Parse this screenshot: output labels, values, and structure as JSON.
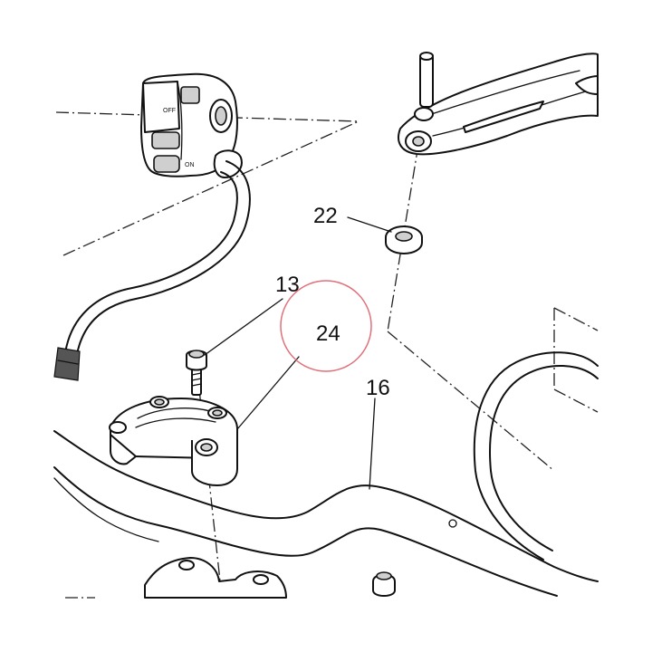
{
  "diagram": {
    "labels": {
      "l22": "22",
      "l13": "13",
      "l24": "24",
      "l16": "16"
    },
    "switch_marks": {
      "m1": "OFF",
      "m2": "ON"
    },
    "colors": {
      "line": "#111111",
      "highlight_circle": "#e0707a",
      "background": "#ffffff"
    }
  }
}
